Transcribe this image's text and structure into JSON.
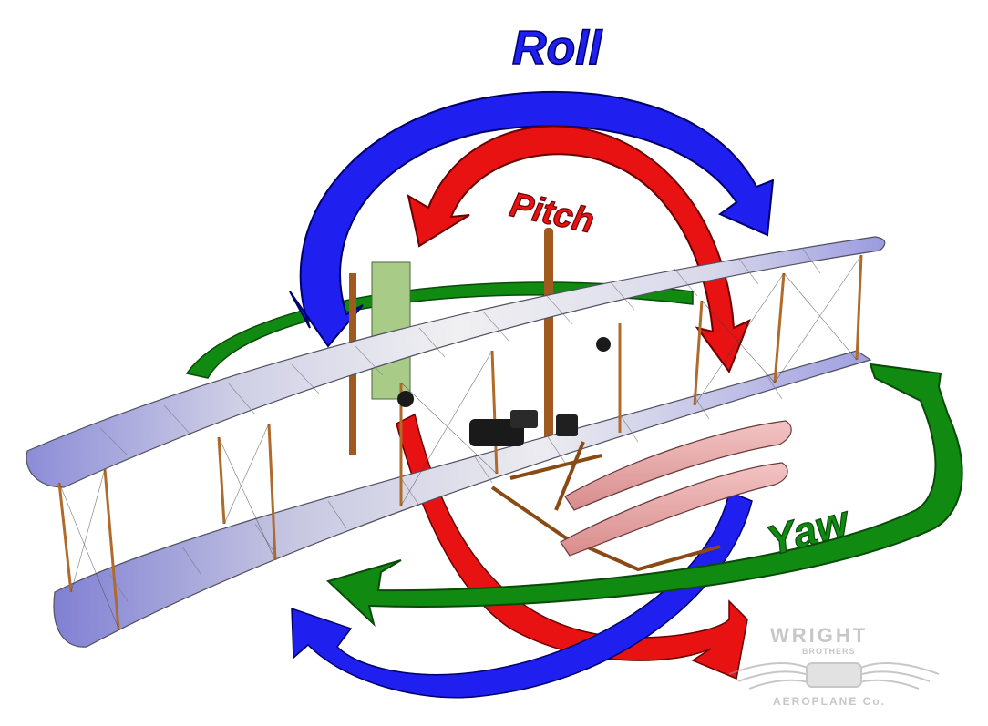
{
  "labels": {
    "roll": "Roll",
    "pitch": "Pitch",
    "yaw": "Yaw"
  },
  "colors": {
    "roll": "#1f1ff0",
    "pitch": "#e81212",
    "yaw": "#108a10",
    "wing_fabric": "#e9e9ee",
    "wing_shadow": "#8c8cd8",
    "elevator": "#e8a8a8",
    "strut": "#b06a2a",
    "rudder": "#a8cc88"
  },
  "icons": {
    "roll_arrow": "curved-double-arrow-icon",
    "pitch_arrow": "curved-double-arrow-icon",
    "yaw_arrow": "curved-double-arrow-icon",
    "logo": "wings-emblem-icon"
  },
  "logo": {
    "line1": "WRIGHT",
    "line2": "BROTHERS",
    "line3": "AEROPLANE Co."
  }
}
